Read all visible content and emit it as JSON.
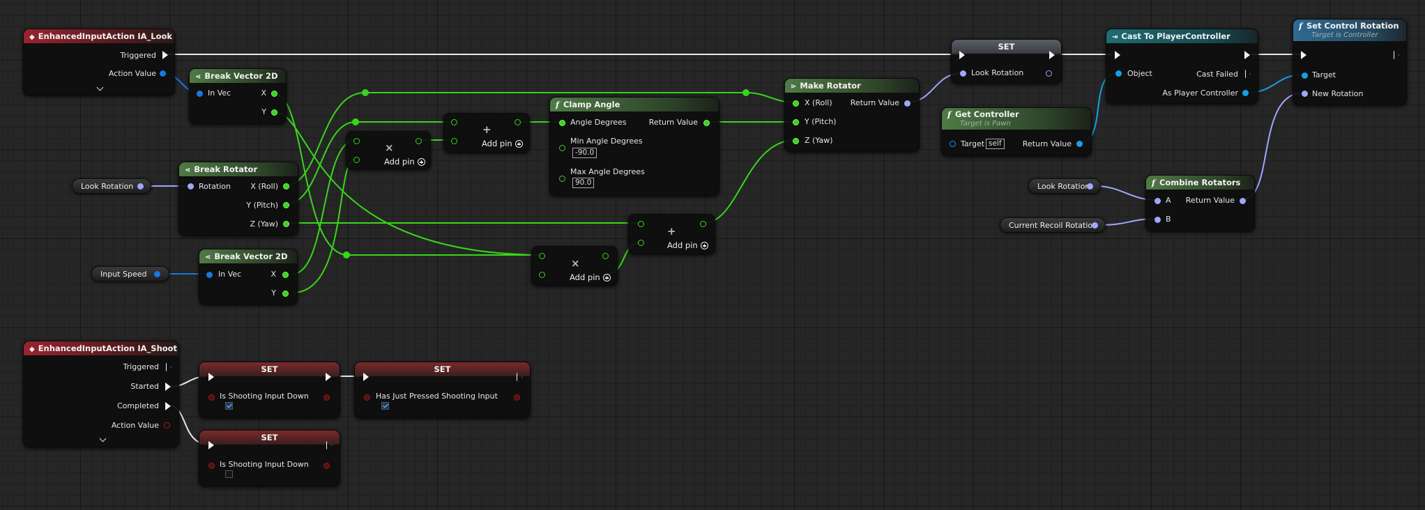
{
  "colors": {
    "float_pin": "#38d61a",
    "vector_pin": "#1a78e0",
    "rotator_pin": "#a0a6ff",
    "object_pin": "#14a0e6",
    "bool_pin": "#8a1c1c",
    "exec": "#f2f2f2"
  },
  "ia_look": {
    "title": "EnhancedInputAction IA_Look",
    "triggered": "Triggered",
    "action_value": "Action Value",
    "icon": "event-diamond-icon"
  },
  "break_vec_1": {
    "title": "Break Vector 2D",
    "in": "In Vec",
    "x": "X",
    "y": "Y"
  },
  "break_rot": {
    "title": "Break Rotator",
    "in": "Rotation",
    "x": "X (Roll)",
    "y": "Y (Pitch)",
    "z": "Z (Yaw)"
  },
  "look_rotation_var1": {
    "label": "Look Rotation"
  },
  "input_speed_var": {
    "label": "Input Speed"
  },
  "break_vec_2": {
    "title": "Break Vector 2D",
    "in": "In Vec",
    "x": "X",
    "y": "Y"
  },
  "mult_1": {
    "add_pin": "Add pin",
    "op": "×"
  },
  "add_1": {
    "add_pin": "Add pin",
    "op": "+"
  },
  "clamp": {
    "title": "Clamp Angle",
    "angle": "Angle Degrees",
    "ret": "Return Value",
    "min_label": "Min Angle Degrees",
    "min_val": "-90.0",
    "max_label": "Max Angle Degrees",
    "max_val": "90.0"
  },
  "add_2": {
    "add_pin": "Add pin",
    "op": "+"
  },
  "mult_2": {
    "add_pin": "Add pin",
    "op": "×"
  },
  "make_rot": {
    "title": "Make Rotator",
    "x": "X (Roll)",
    "y": "Y (Pitch)",
    "z": "Z (Yaw)",
    "ret": "Return Value"
  },
  "set_look": {
    "title": "SET",
    "pin": "Look Rotation"
  },
  "get_controller": {
    "title": "Get Controller",
    "subtitle": "Target is Pawn",
    "target": "Target",
    "self": "self",
    "ret": "Return Value"
  },
  "cast": {
    "title": "Cast To PlayerController",
    "object": "Object",
    "cast_failed": "Cast Failed",
    "as_pc": "As Player Controller"
  },
  "set_ctrl_rot": {
    "title": "Set Control Rotation",
    "subtitle": "Target is Controller",
    "target": "Target",
    "new_rot": "New Rotation"
  },
  "look_rotation_var2": {
    "label": "Look Rotation"
  },
  "recoil_var": {
    "label": "Current Recoil Rotation"
  },
  "combine": {
    "title": "Combine Rotators",
    "a": "A",
    "b": "B",
    "ret": "Return Value"
  },
  "ia_shoot": {
    "title": "EnhancedInputAction IA_Shoot",
    "triggered": "Triggered",
    "started": "Started",
    "completed": "Completed",
    "action_value": "Action Value"
  },
  "set_shoot_1": {
    "title": "SET",
    "pin": "Is Shooting Input Down",
    "checked": true
  },
  "set_pressed": {
    "title": "SET",
    "pin": "Has Just Pressed Shooting Input",
    "checked": true
  },
  "set_shoot_2": {
    "title": "SET",
    "pin": "Is Shooting Input Down",
    "checked": false
  }
}
